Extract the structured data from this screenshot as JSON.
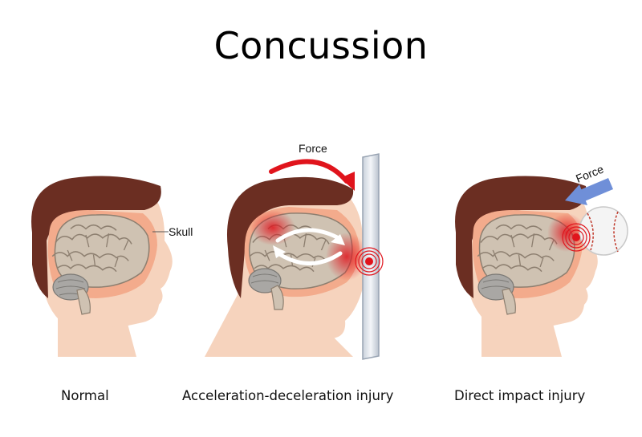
{
  "title": "Concussion",
  "labels": {
    "skull": "Skull",
    "force_middle": "Force",
    "force_right": "Force"
  },
  "captions": {
    "normal": "Normal",
    "acceleration": "Acceleration-deceleration injury",
    "direct": "Direct impact injury"
  },
  "colors": {
    "skin": "#f6d3bd",
    "hair": "#6b2e22",
    "brain": "#cfc2b2",
    "brain_line": "#8d7f70",
    "cerebellum": "#a9a7a4",
    "impact": "#e0141c",
    "force_arrow_right": "#6f8fd8",
    "wall": "#e6eaf0"
  }
}
